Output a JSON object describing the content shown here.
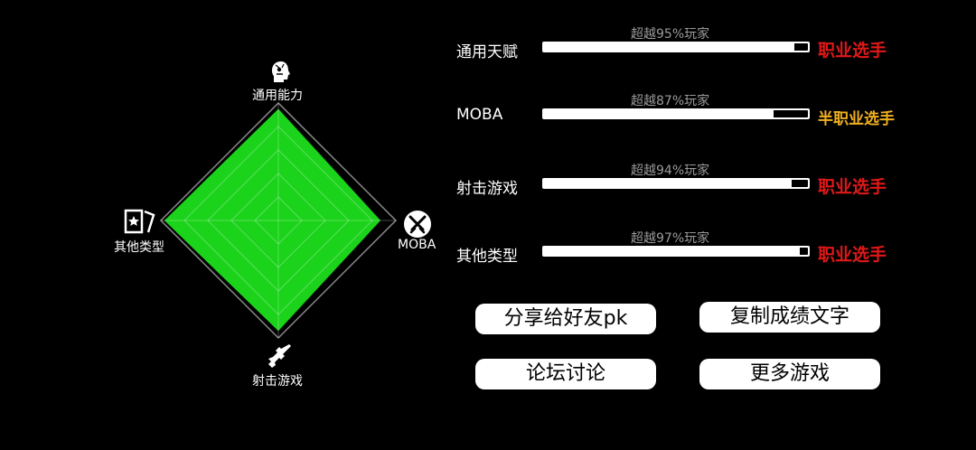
{
  "radar": {
    "axes": [
      {
        "label": "通用能力",
        "icon": "robot-head-icon",
        "value": 0.95
      },
      {
        "label": "MOBA",
        "icon": "crossed-swords-icon",
        "value": 0.87
      },
      {
        "label": "射击游戏",
        "icon": "rifle-icon",
        "value": 0.94
      },
      {
        "label": "其他类型",
        "icon": "star-card-icon",
        "value": 0.97
      }
    ],
    "fill_color": "#1bd31b",
    "grid_color": "#7a7a7a",
    "grid_rings": 5
  },
  "stats": [
    {
      "label": "通用天赋",
      "sub": "超越95%玩家",
      "value": 0.95,
      "rank": "职业选手",
      "rank_color": "#e01818"
    },
    {
      "label": "MOBA",
      "sub": "超越87%玩家",
      "value": 0.87,
      "rank": "半职业选手",
      "rank_color": "#f0b020"
    },
    {
      "label": "射击游戏",
      "sub": "超越94%玩家",
      "value": 0.94,
      "rank": "职业选手",
      "rank_color": "#e01818"
    },
    {
      "label": "其他类型",
      "sub": "超越97%玩家",
      "value": 0.97,
      "rank": "职业选手",
      "rank_color": "#e01818"
    }
  ],
  "buttons": {
    "share": "分享给好友pk",
    "copy": "复制成绩文字",
    "forum": "论坛讨论",
    "more": "更多游戏"
  }
}
